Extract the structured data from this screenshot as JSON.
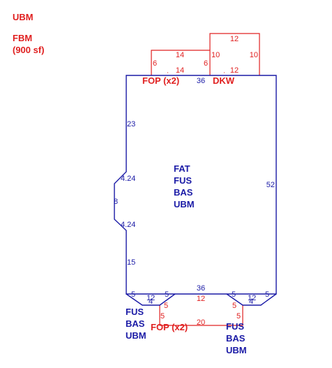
{
  "header": {
    "line1": "UBM",
    "line2": "FBM",
    "line3": "(900 sf)"
  },
  "colors": {
    "main_stroke": "#1a1aa6",
    "addition_stroke": "#e02020"
  },
  "main_area": {
    "labels": [
      "FAT",
      "FUS",
      "BAS",
      "UBM"
    ],
    "dims": {
      "top": "36",
      "right": "52",
      "bottom": "36",
      "left_upper": "23",
      "left_diag_upper": "4.24",
      "left_bay": "8",
      "left_diag_lower": "4.24",
      "left_lower": "15"
    }
  },
  "left_bay": {
    "labels": [
      "FUS",
      "BAS",
      "UBM"
    ],
    "dims": {
      "left": "5",
      "bottom": "12",
      "diag": "4",
      "right": "5"
    }
  },
  "right_bay": {
    "labels": [
      "FUS",
      "BAS",
      "UBM"
    ],
    "dims": {
      "left": "5",
      "bottom": "12",
      "diag": "4",
      "right": "5"
    }
  },
  "fop_top": {
    "label": "FOP (x2)",
    "dims": {
      "top": "14",
      "left": "6",
      "right": "6",
      "bottom": "14"
    }
  },
  "dkw": {
    "label": "DKW",
    "dims": {
      "top": "12",
      "left": "10",
      "right": "10",
      "bottom": "12"
    }
  },
  "fop_bottom": {
    "label": "FOP (x2)",
    "dims": {
      "top": "12",
      "left_a": "5",
      "left_b": "5",
      "right_a": "5",
      "right_b": "5",
      "bottom": "20"
    }
  }
}
